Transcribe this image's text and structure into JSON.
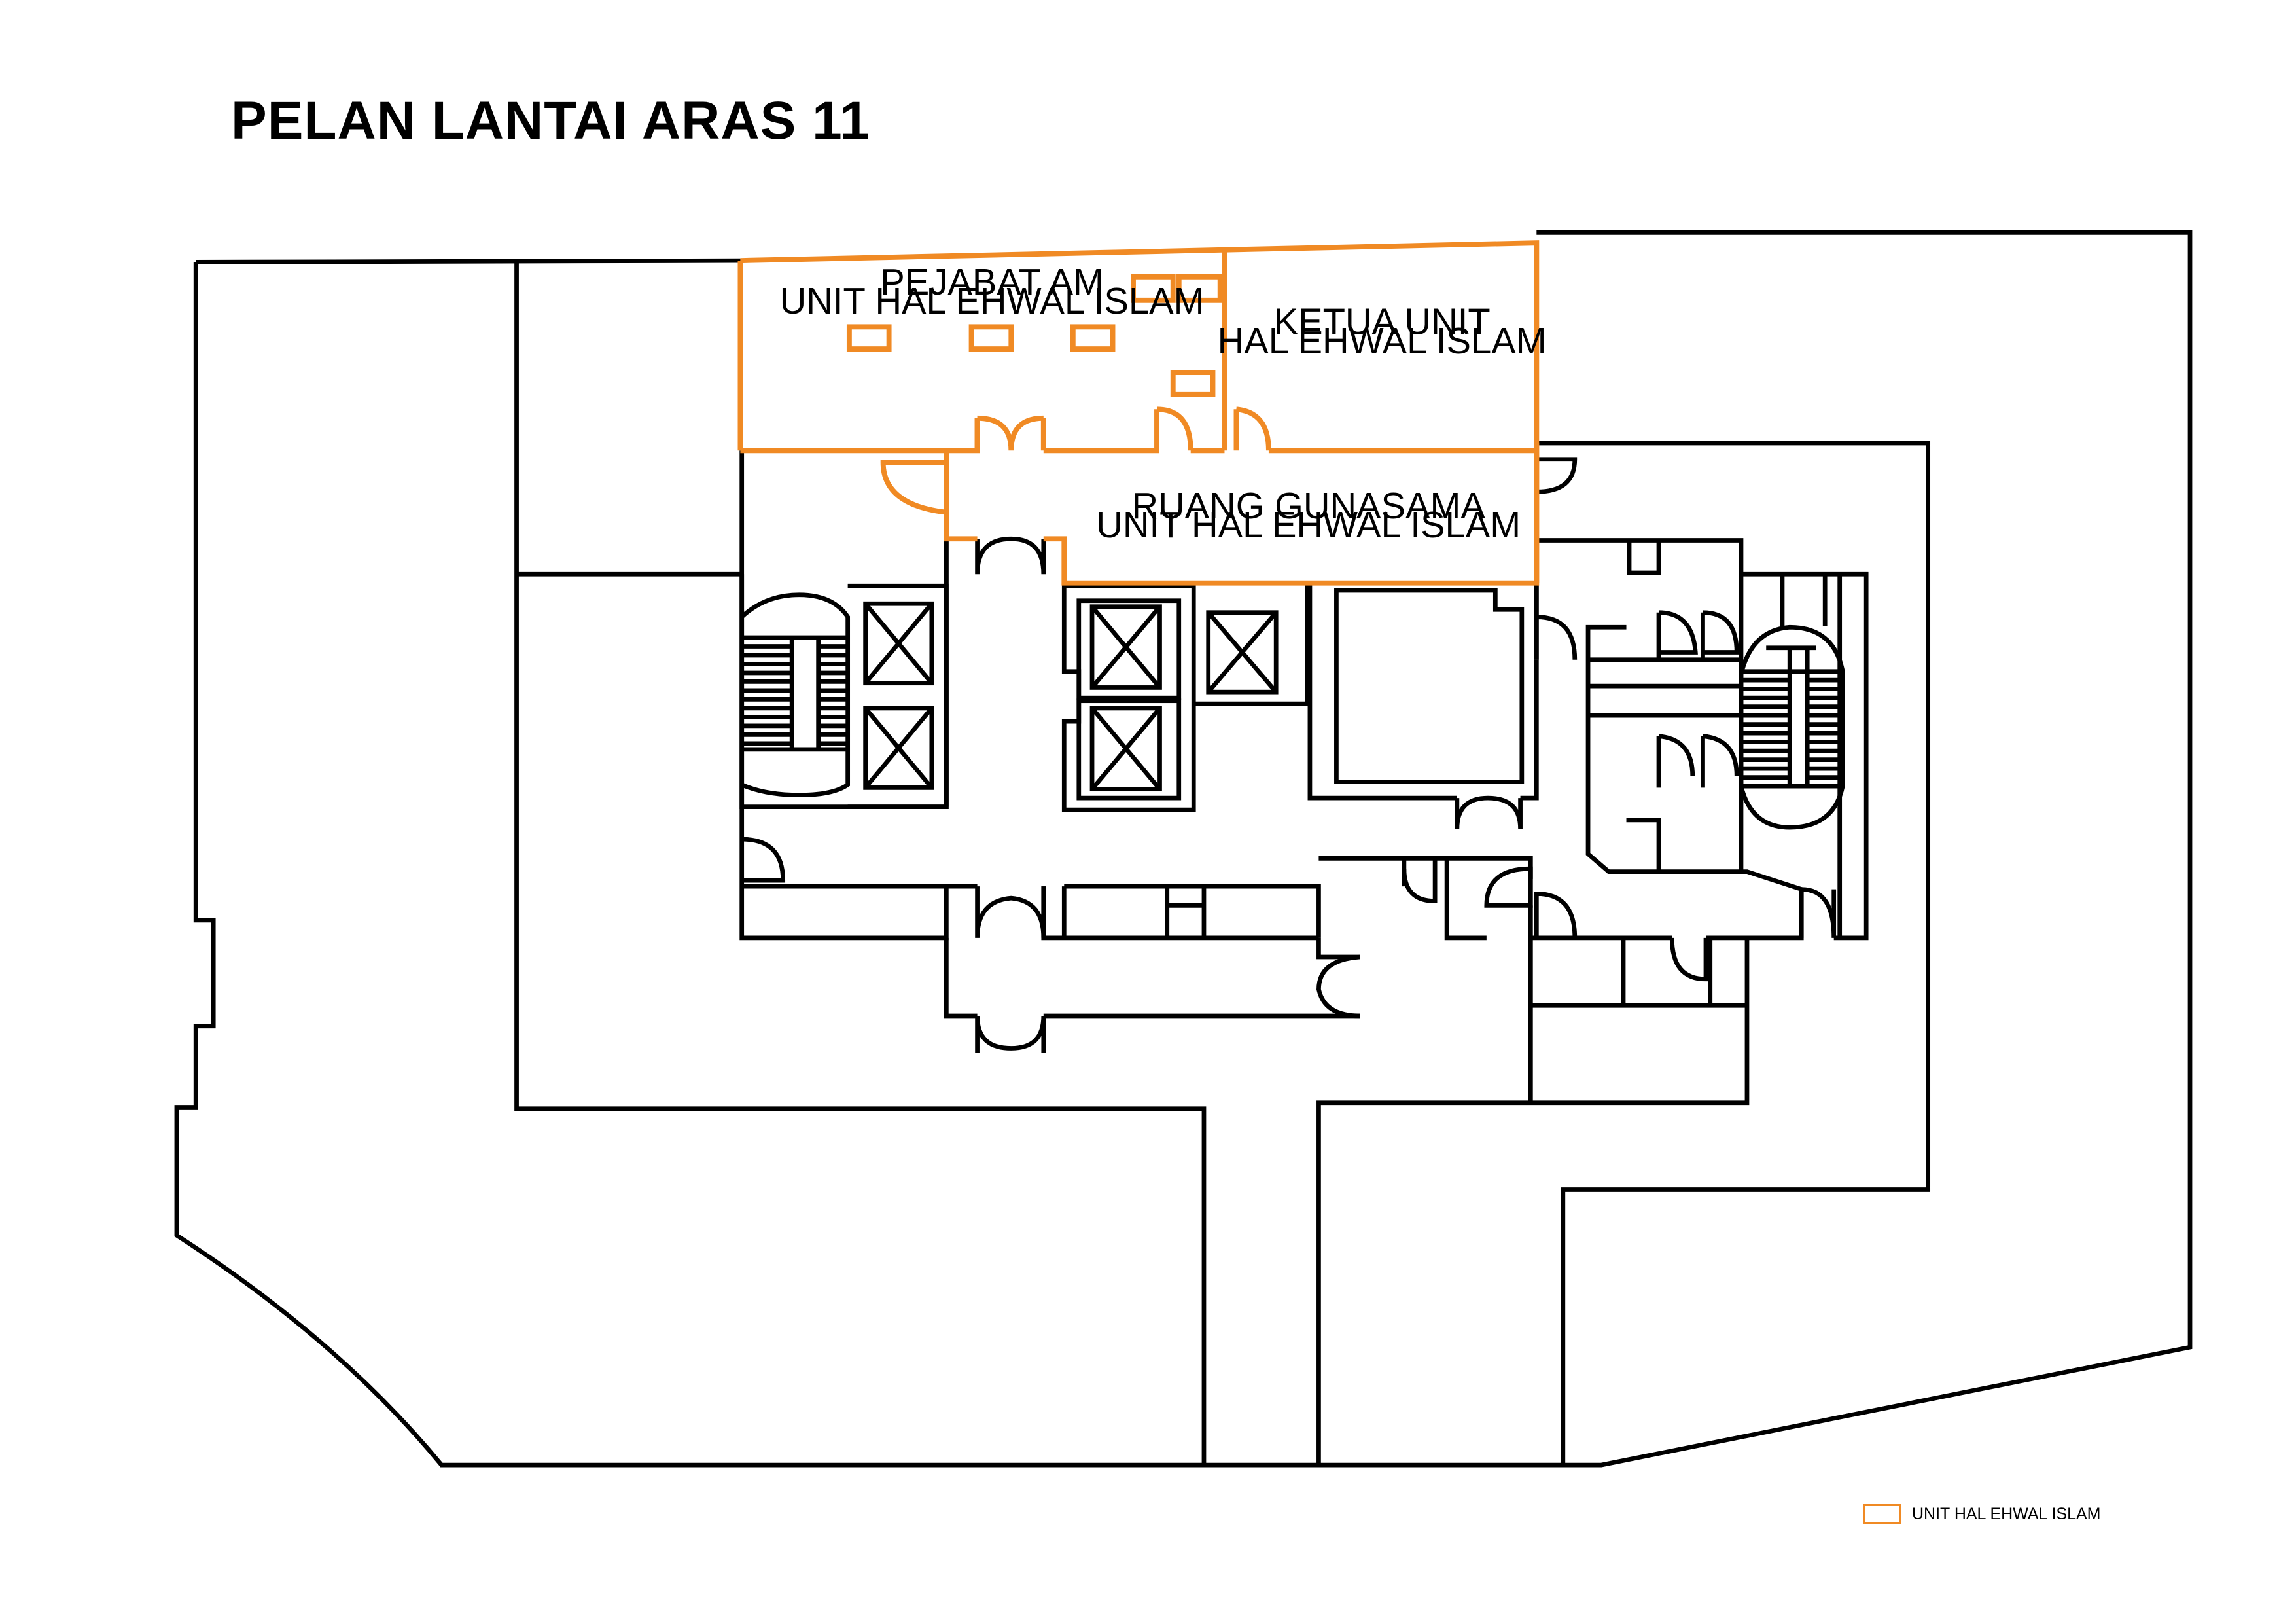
{
  "title": "PELAN LANTAI ARAS 11",
  "accent_color": "#f08a24",
  "wall_color": "#000000",
  "rooms": {
    "pejabat_am": [
      "PEJABAT AM",
      "UNIT HAL EHWAL ISLAM"
    ],
    "ketua_unit": [
      "KETUA UNIT",
      "HAL EHWAL ISLAM"
    ],
    "ruang_gunasama": [
      "RUANG GUNASAMA",
      "UNIT HAL EHWAL ISLAM"
    ]
  },
  "legend": {
    "label": "UNIT HAL EHWAL ISLAM",
    "swatch": "highlight-outline"
  }
}
